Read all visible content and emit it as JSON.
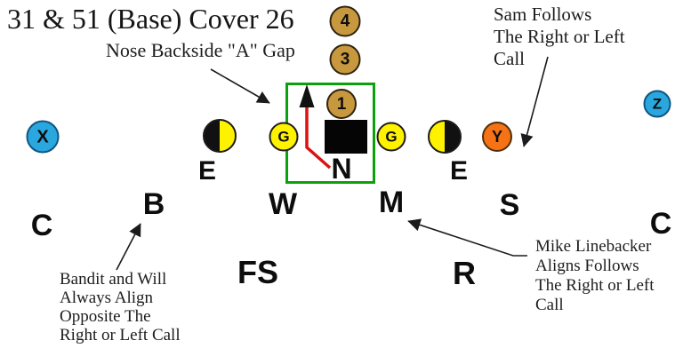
{
  "title": "31 & 51 (Base) Cover 26",
  "notes": {
    "nose": "Nose Backside \"A\" Gap",
    "sam": "Sam Follows\nThe Right or Left\nCall",
    "bandit": "Bandit and Will\nAlways Align\nOpposite The\nRight or Left Call",
    "mike": "Mike Linebacker\nAligns Follows\nThe Right or Left\nCall"
  },
  "offense": {
    "receiver_x": "X",
    "receiver_z": "Z",
    "receiver_y": "Y",
    "guard_left": "G",
    "guard_right": "G",
    "back_4": "4",
    "back_3": "3",
    "back_1": "1"
  },
  "defense": {
    "corner_left": "C",
    "bandit": "B",
    "end_left": "E",
    "will": "W",
    "nose": "N",
    "mike": "M",
    "end_right": "E",
    "sam": "S",
    "corner_right": "C",
    "free_safety": "FS",
    "rover": "R"
  },
  "colors": {
    "backs_gold": "#C8983F",
    "line_yellow": "#FFF200",
    "receiver_blue": "#2BA7E0",
    "y_orange": "#F57215",
    "highlight_green": "#0DA00D",
    "path_red": "#DB1212"
  }
}
